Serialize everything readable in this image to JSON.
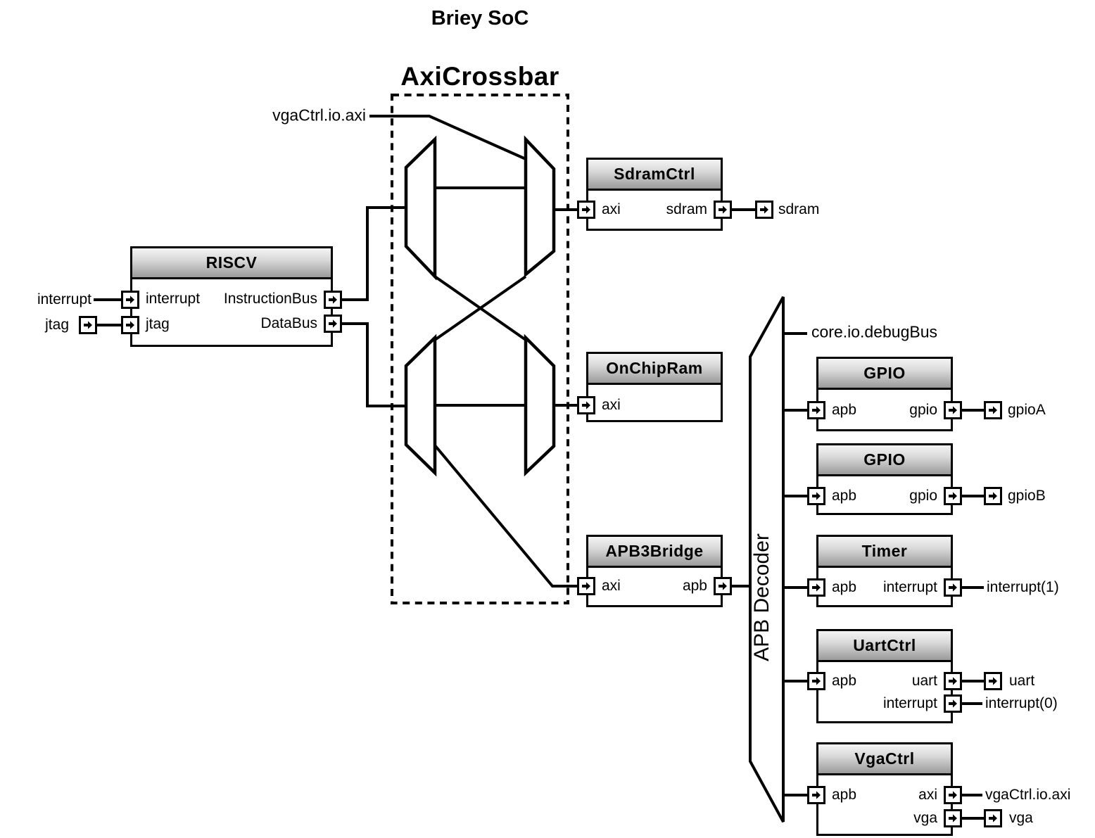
{
  "title": "Briey SoC",
  "crossbar": {
    "label": "AxiCrossbar"
  },
  "decoder": {
    "label": "APB Decoder"
  },
  "io": {
    "interrupt_in": "interrupt",
    "jtag_in": "jtag",
    "vga_axi_feedback": "vgaCtrl.io.axi",
    "sdram_out": "sdram",
    "debug_bus": "core.io.debugBus",
    "gpioA_out": "gpioA",
    "gpioB_out": "gpioB",
    "interrupt1_out": "interrupt(1)",
    "uart_out": "uart",
    "interrupt0_out": "interrupt(0)",
    "vga_axi_out": "vgaCtrl.io.axi",
    "vga_out": "vga"
  },
  "blocks": {
    "riscv": {
      "title": "RISCV",
      "ports": {
        "interrupt": "interrupt",
        "jtag": "jtag",
        "instructionBus": "InstructionBus",
        "dataBus": "DataBus"
      }
    },
    "sdramCtrl": {
      "title": "SdramCtrl",
      "ports": {
        "axi": "axi",
        "sdram": "sdram"
      }
    },
    "onChipRam": {
      "title": "OnChipRam",
      "ports": {
        "axi": "axi"
      }
    },
    "apb3Bridge": {
      "title": "APB3Bridge",
      "ports": {
        "axi": "axi",
        "apb": "apb"
      }
    },
    "gpio1": {
      "title": "GPIO",
      "ports": {
        "apb": "apb",
        "gpio": "gpio"
      }
    },
    "gpio2": {
      "title": "GPIO",
      "ports": {
        "apb": "apb",
        "gpio": "gpio"
      }
    },
    "timer": {
      "title": "Timer",
      "ports": {
        "apb": "apb",
        "interrupt": "interrupt"
      }
    },
    "uartCtrl": {
      "title": "UartCtrl",
      "ports": {
        "apb": "apb",
        "uart": "uart",
        "interrupt": "interrupt"
      }
    },
    "vgaCtrl": {
      "title": "VgaCtrl",
      "ports": {
        "apb": "apb",
        "axi": "axi",
        "vga": "vga"
      }
    }
  },
  "colors": {
    "line": "#000000",
    "background": "#ffffff",
    "header_gradient_top": "#f4f4f4",
    "header_gradient_bottom": "#9a9a9a"
  }
}
